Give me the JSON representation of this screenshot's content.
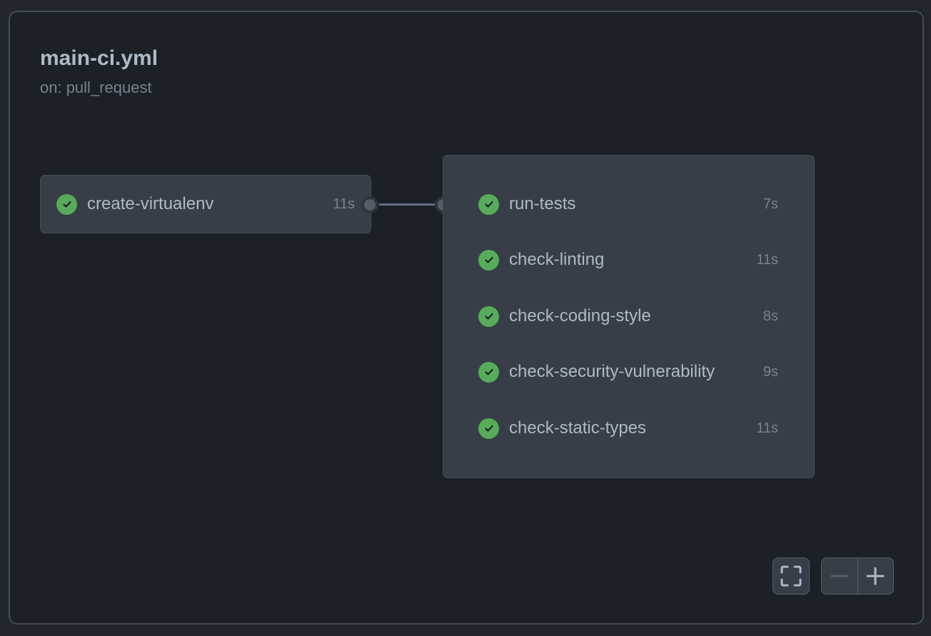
{
  "workflow": {
    "title": "main-ci.yml",
    "trigger": "on: pull_request"
  },
  "first_job": {
    "name": "create-virtualenv",
    "duration": "11s",
    "status": "success"
  },
  "job_group": [
    {
      "name": "run-tests",
      "duration": "7s",
      "status": "success"
    },
    {
      "name": "check-linting",
      "duration": "11s",
      "status": "success"
    },
    {
      "name": "check-coding-style",
      "duration": "8s",
      "status": "success"
    },
    {
      "name": "check-security-vulnerability",
      "duration": "9s",
      "status": "success"
    },
    {
      "name": "check-static-types",
      "duration": "11s",
      "status": "success"
    }
  ],
  "controls": {
    "fullscreen_icon": "fullscreen-icon",
    "zoom_out_icon": "minus-icon",
    "zoom_in_icon": "plus-icon"
  },
  "colors": {
    "success": "#57ab5a",
    "background": "#1c2128",
    "card": "#373e47",
    "text": "#adbac7",
    "muted": "#768390"
  }
}
